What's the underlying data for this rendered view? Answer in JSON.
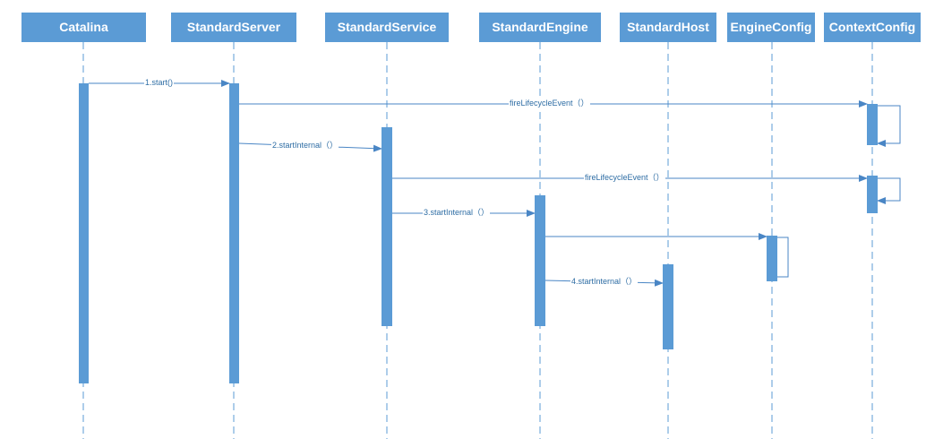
{
  "diagram": {
    "participants": [
      {
        "id": "catalina",
        "label": "Catalina"
      },
      {
        "id": "standard-server",
        "label": "StandardServer"
      },
      {
        "id": "standard-service",
        "label": "StandardService"
      },
      {
        "id": "standard-engine",
        "label": "StandardEngine"
      },
      {
        "id": "standard-host",
        "label": "StandardHost"
      },
      {
        "id": "engine-config",
        "label": "EngineConfig"
      },
      {
        "id": "context-config",
        "label": "ContextConfig"
      }
    ],
    "messages": [
      {
        "id": "m1",
        "label": "1.start()"
      },
      {
        "id": "m2",
        "label": "fireLifecycleEvent（）"
      },
      {
        "id": "m3",
        "label": "2.startInternal（）"
      },
      {
        "id": "m4",
        "label": "fireLifecycleEvent（）"
      },
      {
        "id": "m5",
        "label": "3.startInternal（）"
      },
      {
        "id": "m6",
        "label": ""
      },
      {
        "id": "m7",
        "label": "4.startInternal（）"
      }
    ],
    "colors": {
      "actor_fill": "#5b9bd5",
      "lifeline": "#5b9bd5",
      "arrow": "#4a86c5",
      "label_text": "#2e6da4"
    }
  }
}
